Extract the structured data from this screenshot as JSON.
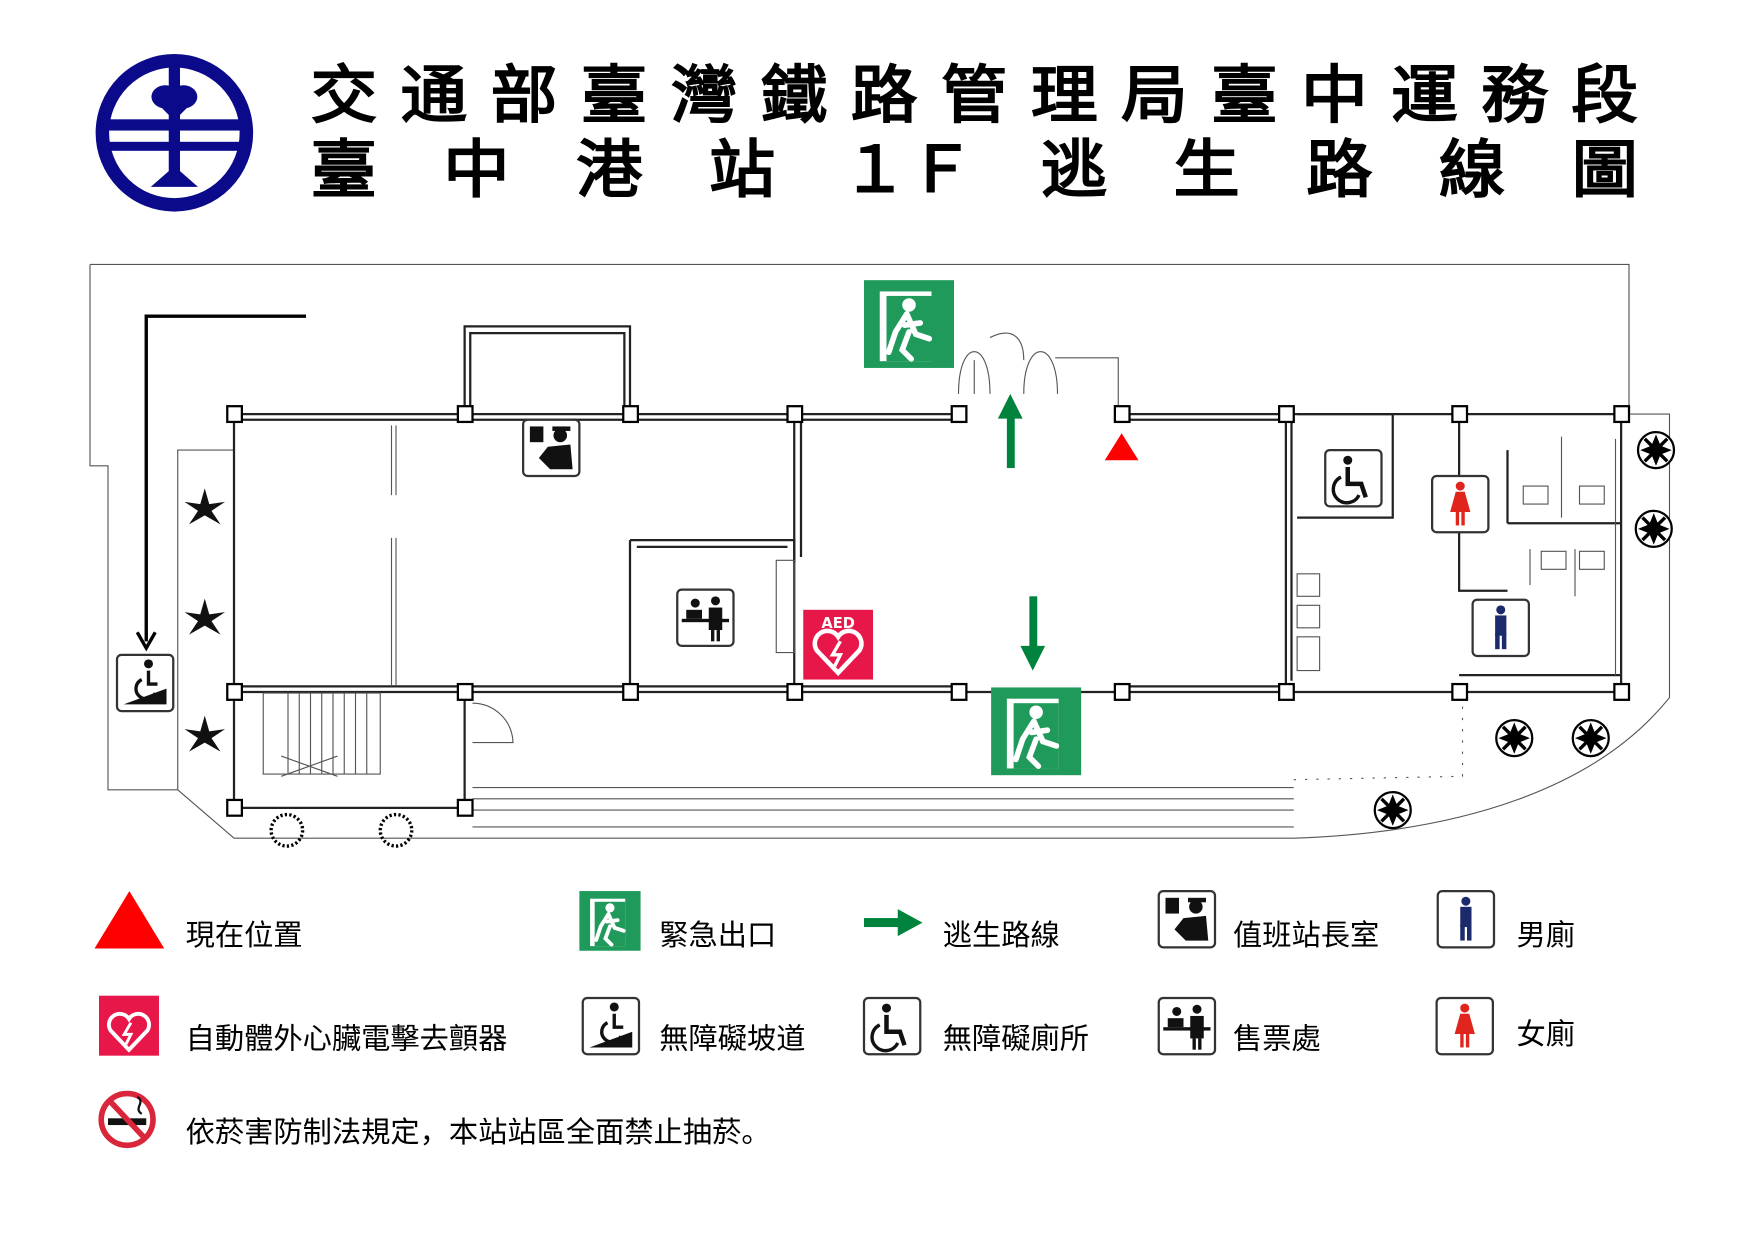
{
  "header": {
    "title_line1": "交 通 部 臺 灣 鐵 路 管 理 局 臺 中 運 務 段",
    "title_line2": "臺　中　港　站　１Ｆ　逃　生　路　線　圖",
    "logo": "taiwan-railway-logo",
    "logo_color": "#0a0a8a"
  },
  "map": {
    "exit_color": "#1f9a5b",
    "route_color": "#00843d",
    "current_position_color": "#ff0000",
    "aed_color": "#e8174a",
    "aed_label": "AED"
  },
  "legend": [
    {
      "icon": "current-position-triangle",
      "label": "現在位置"
    },
    {
      "icon": "emergency-exit-icon",
      "label": "緊急出口"
    },
    {
      "icon": "escape-route-arrow",
      "label": "逃生路線"
    },
    {
      "icon": "station-master-icon",
      "label": "值班站長室"
    },
    {
      "icon": "male-toilet-icon",
      "label": "男廁"
    },
    {
      "icon": "aed-icon",
      "label": "自動體外心臟電擊去顫器"
    },
    {
      "icon": "accessible-ramp-icon",
      "label": "無障礙坡道"
    },
    {
      "icon": "accessible-toilet-icon",
      "label": "無障礙廁所"
    },
    {
      "icon": "ticket-office-icon",
      "label": "售票處"
    },
    {
      "icon": "female-toilet-icon",
      "label": "女廁"
    }
  ],
  "notice": "依菸害防制法規定，本站站區全面禁止抽菸。"
}
